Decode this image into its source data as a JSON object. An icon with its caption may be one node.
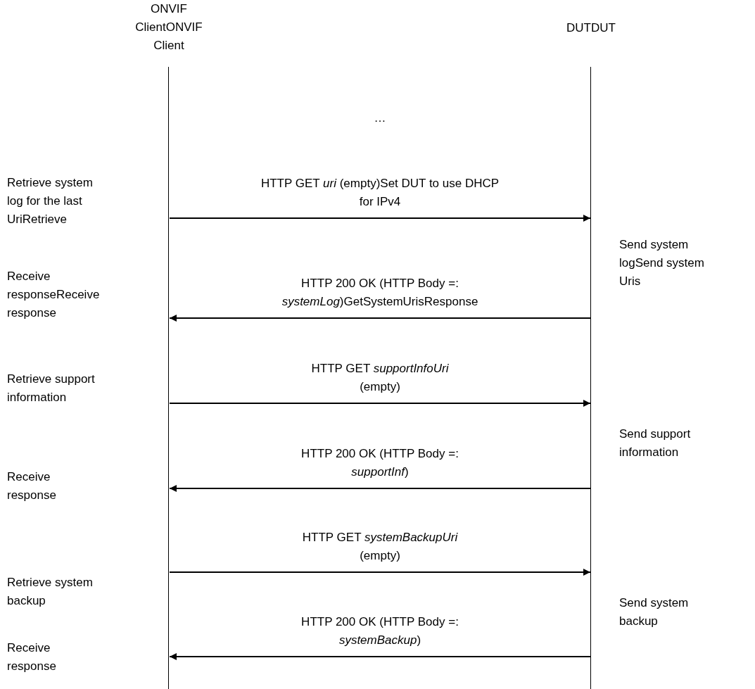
{
  "diagram": {
    "nodes": [
      {
        "text": [
          "ONVIF ClientONVIF Client"
        ]
      },
      {
        "text": [
          "DUTDUT"
        ]
      }
    ],
    "edges": [
      {
        "from": 0,
        "to": 1,
        "arrow": "to",
        "label": "HTTP GET *uri* (empty)Set DUT to use DHCP for IPv4"
      },
      {
        "from": 1,
        "to": 0,
        "arrow": "to",
        "label": "HTTP 200 OK (HTTP Body =: *systemLog*)GetSystemUrisResponse"
      },
      {
        "from": 0,
        "to": 1,
        "arrow": "to",
        "label": "HTTP GET *supportInfoUri* (empty)"
      },
      {
        "from": 1,
        "to": 0,
        "arrow": "to",
        "label": "HTTP 200 OK (HTTP Body =: *supportInf*)"
      },
      {
        "from": 0,
        "to": 1,
        "arrow": "to",
        "label": "HTTP GET *systemBackupUri* (empty)"
      },
      {
        "from": 1,
        "to": 0,
        "arrow": "to",
        "label": "HTTP 200 OK (HTTP Body =: *systemBackup*)"
      }
    ],
    "labels": [
      "…",
      "Retrieve system log for the last UriRetrieve",
      "Send system logSend system Uris",
      "Receive responseReceive response",
      "Retrieve support information",
      "Send support information",
      "Receive response",
      "Retrieve system backup",
      "Send system backup",
      "Receive response"
    ]
  }
}
